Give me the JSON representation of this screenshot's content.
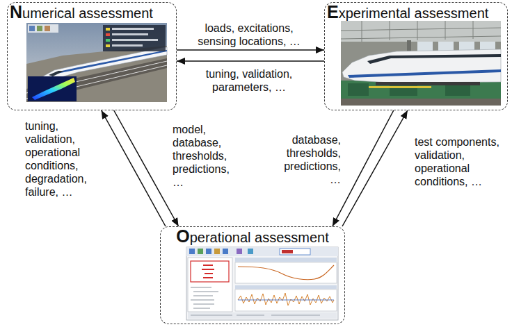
{
  "diagram": {
    "nodes": [
      {
        "text": [
          "Numerical assessment"
        ]
      },
      {
        "text": [
          "Experimental assessment"
        ]
      },
      {
        "text": [
          "Operational assessment"
        ]
      }
    ],
    "edges": [
      {
        "from": 0,
        "to": 1,
        "arrow": "to",
        "label": "loads, excitations, sensing locations, …"
      },
      {
        "from": 1,
        "to": 0,
        "arrow": "to",
        "label": "tuning, validation, parameters, …"
      },
      {
        "from": 2,
        "to": 0,
        "arrow": "to",
        "label": "tuning, validation, operational conditions, degradation, failure, …"
      },
      {
        "from": 0,
        "to": 2,
        "arrow": "to",
        "label": "model, database, thresholds, predictions, …"
      },
      {
        "from": 1,
        "to": 2,
        "arrow": "to",
        "label": "database, thresholds, predictions, …"
      },
      {
        "from": 2,
        "to": 1,
        "arrow": "to",
        "label": "test components, validation, operational conditions, …"
      }
    ]
  }
}
